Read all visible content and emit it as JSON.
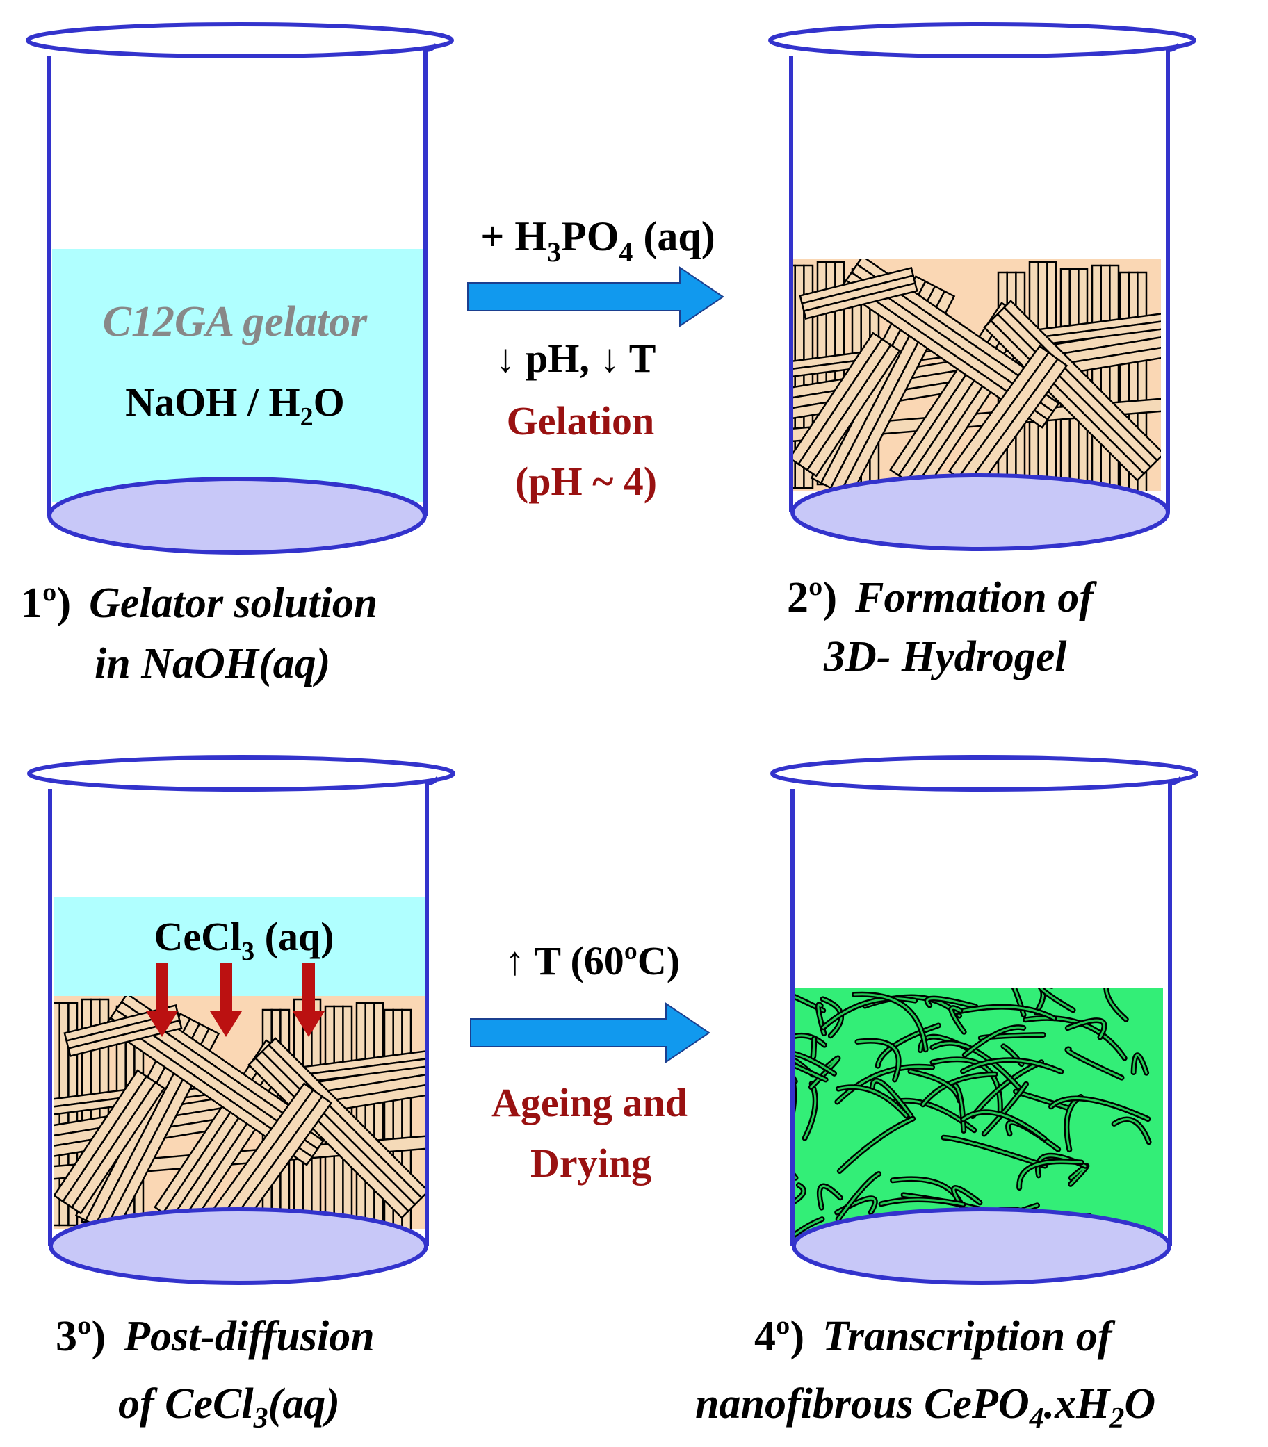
{
  "beakers": [
    {
      "id": "b1",
      "gelator_text": "C12GA gelator",
      "solvent_text": "NaOH / H",
      "solvent_sub": "2",
      "solvent_tail": "O",
      "caption_num": "1º)",
      "caption_line1": "Gelator solution",
      "caption_line2": "in NaOH(aq)"
    },
    {
      "id": "b2",
      "caption_num": "2º)",
      "caption_line1": "Formation of",
      "caption_line2": "3D- Hydrogel"
    },
    {
      "id": "b3",
      "reagent_text": "CeCl",
      "reagent_sub": "3",
      "reagent_tail": " (aq)",
      "caption_num": "3º)",
      "caption_line1": "Post-diffusion",
      "caption_line2_pre": "of CeCl",
      "caption_line2_sub": "3",
      "caption_line2_post": "(aq)"
    },
    {
      "id": "b4",
      "caption_num": "4º)",
      "caption_line1": "Transcription of",
      "caption_line2_pre": "nanofibrous CePO",
      "caption_line2_sub1": "4",
      "caption_line2_mid": ".xH",
      "caption_line2_sub2": "2",
      "caption_line2_post": "O"
    }
  ],
  "step1": {
    "reagent_pre": "+ H",
    "reagent_sub1": "3",
    "reagent_mid": "PO",
    "reagent_sub2": "4",
    "reagent_post": " (aq)",
    "condition": "↓ pH, ↓ T",
    "process_line1": "Gelation",
    "process_line2": "(pH ~ 4)"
  },
  "step2": {
    "condition": "↑ T (60ºC)",
    "process_line1": "Ageing and",
    "process_line2": "Drying"
  },
  "colors": {
    "beaker_outline": "#3333cc",
    "beaker_bottom": "#c8c8f8",
    "solution": "#b0ffff",
    "gel": "#fad7b4",
    "fiber": "#f5dab8",
    "green_gel": "#33ee77",
    "green_fiber": "#22cc55",
    "process_arrow": "#1199ee",
    "diffusion_arrow": "#bb1111",
    "process_text": "#991111",
    "gelator_text": "#888888"
  }
}
